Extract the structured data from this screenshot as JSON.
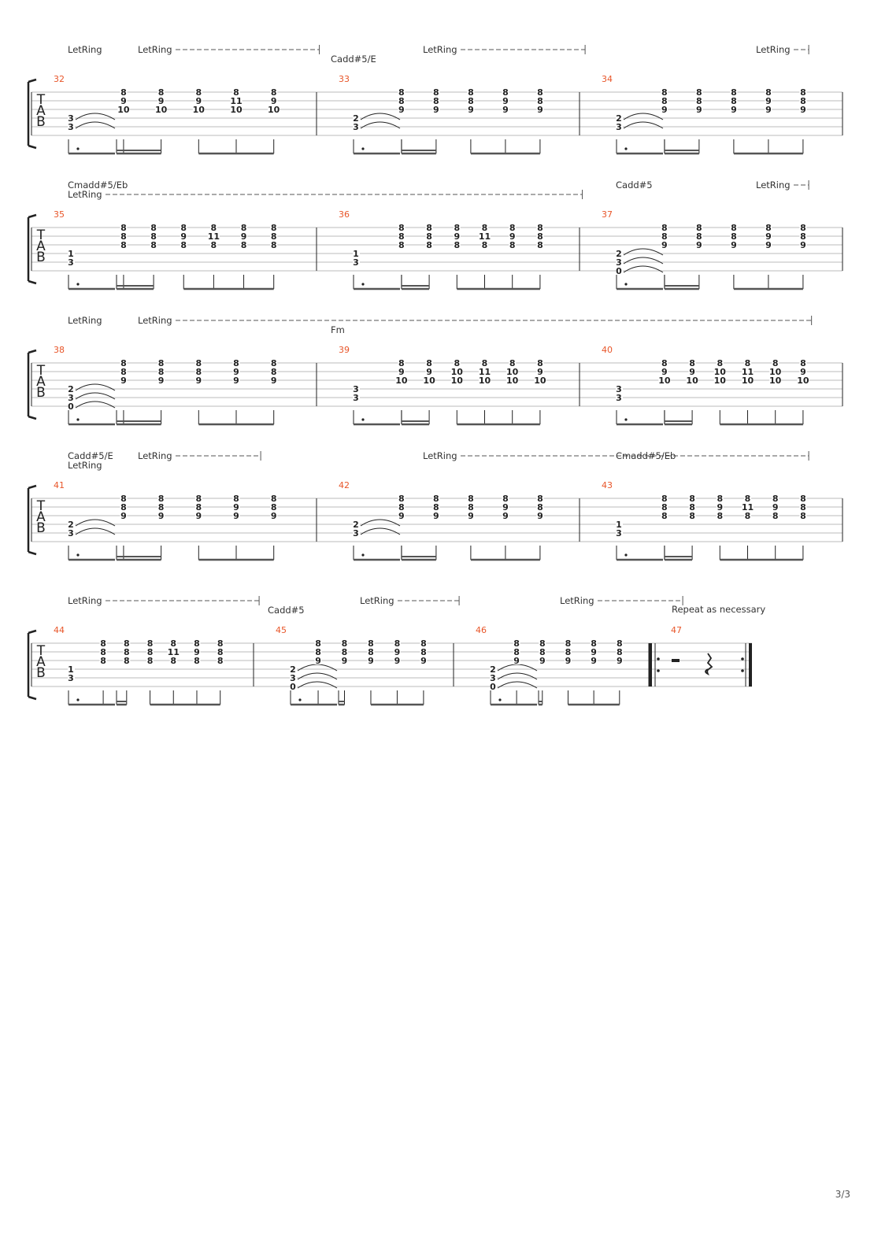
{
  "page_number": "3/3",
  "systems": [
    {
      "measures": [
        {
          "number": "32",
          "bass": [
            "3",
            "3"
          ],
          "slur": true,
          "chords": [
            [
              "8",
              "9",
              "10"
            ],
            [
              "8",
              "9",
              "10"
            ],
            [
              "8",
              "9",
              "10"
            ],
            [
              "8",
              "11",
              "10"
            ],
            [
              "8",
              "9",
              "10"
            ]
          ]
        },
        {
          "number": "33",
          "bass": [
            "2",
            "3"
          ],
          "slur": true,
          "chords": [
            [
              "8",
              "8",
              "9"
            ],
            [
              "8",
              "8",
              "9"
            ],
            [
              "8",
              "8",
              "9"
            ],
            [
              "8",
              "9",
              "9"
            ],
            [
              "8",
              "8",
              "9"
            ]
          ]
        },
        {
          "number": "34",
          "bass": [
            "2",
            "3"
          ],
          "slur": true,
          "chords": [
            [
              "8",
              "8",
              "9"
            ],
            [
              "8",
              "8",
              "9"
            ],
            [
              "8",
              "8",
              "9"
            ],
            [
              "8",
              "9",
              "9"
            ],
            [
              "8",
              "8",
              "9"
            ]
          ]
        }
      ],
      "annotations": [
        {
          "kind": "letring",
          "text": "LetRing",
          "measure": 0,
          "offset": 0
        },
        {
          "kind": "letring",
          "text": "LetRing",
          "measure": 0,
          "offset": 1,
          "dash_to_measure": 1,
          "dash_to_offset": 0.05
        },
        {
          "kind": "chord",
          "text": "Cadd#5/E",
          "measure": 1,
          "offset": 0,
          "inline": true
        },
        {
          "kind": "letring",
          "text": "LetRing",
          "measure": 1,
          "offset": 1,
          "dash_to_measure": 2,
          "dash_to_offset": 0.1
        },
        {
          "kind": "letring",
          "text": "LetRing",
          "measure": 2,
          "offset": 2,
          "dash_to_measure": 2,
          "dash_to_offset": 4.1
        }
      ]
    },
    {
      "measures": [
        {
          "number": "35",
          "bass": [
            "1",
            "3"
          ],
          "slur": false,
          "chords": [
            [
              "8",
              "8",
              "8"
            ],
            [
              "8",
              "8",
              "8"
            ],
            [
              "8",
              "9",
              "8"
            ],
            [
              "8",
              "11",
              "8"
            ],
            [
              "8",
              "9",
              "8"
            ],
            [
              "8",
              "8",
              "8"
            ]
          ]
        },
        {
          "number": "36",
          "bass": [
            "1",
            "3"
          ],
          "slur": false,
          "chords": [
            [
              "8",
              "8",
              "8"
            ],
            [
              "8",
              "8",
              "8"
            ],
            [
              "8",
              "9",
              "8"
            ],
            [
              "8",
              "11",
              "8"
            ],
            [
              "8",
              "9",
              "8"
            ],
            [
              "8",
              "8",
              "8"
            ]
          ]
        },
        {
          "number": "37",
          "bass": [
            "2",
            "3",
            "0"
          ],
          "slur": true,
          "chords": [
            [
              "8",
              "8",
              "9"
            ],
            [
              "8",
              "8",
              "9"
            ],
            [
              "8",
              "8",
              "9"
            ],
            [
              "8",
              "9",
              "9"
            ],
            [
              "8",
              "8",
              "9"
            ]
          ]
        }
      ],
      "annotations": [
        {
          "kind": "chord",
          "text": "Cmadd#5/Eb",
          "measure": 0,
          "offset": 0
        },
        {
          "kind": "letring",
          "text": "LetRing",
          "measure": 0,
          "offset": 0,
          "dash_to_measure": 2,
          "dash_to_offset": 0.05
        },
        {
          "kind": "chord",
          "text": "Cadd#5",
          "measure": 2,
          "offset": 0
        },
        {
          "kind": "letring",
          "text": "LetRing",
          "measure": 2,
          "offset": 2,
          "dash_to_measure": 2,
          "dash_to_offset": 4.1
        }
      ]
    },
    {
      "measures": [
        {
          "number": "38",
          "bass": [
            "2",
            "3",
            "0"
          ],
          "slur": true,
          "chords": [
            [
              "8",
              "8",
              "9"
            ],
            [
              "8",
              "8",
              "9"
            ],
            [
              "8",
              "8",
              "9"
            ],
            [
              "8",
              "9",
              "9"
            ],
            [
              "8",
              "8",
              "9"
            ]
          ]
        },
        {
          "number": "39",
          "bass": [
            "3",
            "3"
          ],
          "slur": false,
          "chords": [
            [
              "8",
              "9",
              "10"
            ],
            [
              "8",
              "9",
              "10"
            ],
            [
              "8",
              "10",
              "10"
            ],
            [
              "8",
              "11",
              "10"
            ],
            [
              "8",
              "10",
              "10"
            ],
            [
              "8",
              "9",
              "10"
            ]
          ]
        },
        {
          "number": "40",
          "bass": [
            "3",
            "3"
          ],
          "slur": false,
          "chords": [
            [
              "8",
              "9",
              "10"
            ],
            [
              "8",
              "9",
              "10"
            ],
            [
              "8",
              "10",
              "10"
            ],
            [
              "8",
              "11",
              "10"
            ],
            [
              "8",
              "10",
              "10"
            ],
            [
              "8",
              "9",
              "10"
            ]
          ]
        }
      ],
      "annotations": [
        {
          "kind": "letring",
          "text": "LetRing",
          "measure": 0,
          "offset": 0
        },
        {
          "kind": "letring",
          "text": "LetRing",
          "measure": 0,
          "offset": 1,
          "dash_to_measure": 2,
          "dash_to_offset": 4.15
        },
        {
          "kind": "chord",
          "text": "Fm",
          "measure": 1,
          "offset": 0,
          "inline": true
        }
      ]
    },
    {
      "measures": [
        {
          "number": "41",
          "bass": [
            "2",
            "3"
          ],
          "slur": true,
          "chords": [
            [
              "8",
              "8",
              "9"
            ],
            [
              "8",
              "8",
              "9"
            ],
            [
              "8",
              "8",
              "9"
            ],
            [
              "8",
              "9",
              "9"
            ],
            [
              "8",
              "8",
              "9"
            ]
          ]
        },
        {
          "number": "42",
          "bass": [
            "2",
            "3"
          ],
          "slur": true,
          "chords": [
            [
              "8",
              "8",
              "9"
            ],
            [
              "8",
              "8",
              "9"
            ],
            [
              "8",
              "8",
              "9"
            ],
            [
              "8",
              "9",
              "9"
            ],
            [
              "8",
              "8",
              "9"
            ]
          ]
        },
        {
          "number": "43",
          "bass": [
            "1",
            "3"
          ],
          "slur": false,
          "chords": [
            [
              "8",
              "8",
              "8"
            ],
            [
              "8",
              "8",
              "8"
            ],
            [
              "8",
              "9",
              "8"
            ],
            [
              "8",
              "11",
              "8"
            ],
            [
              "8",
              "9",
              "8"
            ],
            [
              "8",
              "8",
              "8"
            ]
          ]
        }
      ],
      "annotations": [
        {
          "kind": "chord",
          "text": "Cadd#5/E",
          "measure": 0,
          "offset": 0
        },
        {
          "kind": "letring",
          "text": "LetRing",
          "measure": 0,
          "offset": 0
        },
        {
          "kind": "letring",
          "text": "LetRing",
          "measure": 0,
          "offset": 1,
          "dash_to_measure": 0,
          "dash_to_offset": 4.1
        },
        {
          "kind": "letring",
          "text": "LetRing",
          "measure": 1,
          "offset": 1,
          "dash_to_measure": 2,
          "dash_to_offset": 4.1
        },
        {
          "kind": "chord",
          "text": "Cmadd#5/Eb",
          "measure": 2,
          "offset": 0
        }
      ]
    },
    {
      "measures": [
        {
          "number": "44",
          "bass": [
            "1",
            "3"
          ],
          "slur": false,
          "chords": [
            [
              "8",
              "8",
              "8"
            ],
            [
              "8",
              "8",
              "8"
            ],
            [
              "8",
              "8",
              "8"
            ],
            [
              "8",
              "11",
              "8"
            ],
            [
              "8",
              "9",
              "8"
            ],
            [
              "8",
              "8",
              "8"
            ]
          ]
        },
        {
          "number": "45",
          "bass": [
            "2",
            "3",
            "0"
          ],
          "slur": true,
          "chords": [
            [
              "8",
              "8",
              "9"
            ],
            [
              "8",
              "8",
              "9"
            ],
            [
              "8",
              "8",
              "9"
            ],
            [
              "8",
              "9",
              "9"
            ],
            [
              "8",
              "8",
              "9"
            ]
          ]
        },
        {
          "number": "46",
          "bass": [
            "2",
            "3",
            "0"
          ],
          "slur": true,
          "chords": [
            [
              "8",
              "8",
              "9"
            ],
            [
              "8",
              "8",
              "9"
            ],
            [
              "8",
              "8",
              "9"
            ],
            [
              "8",
              "9",
              "9"
            ],
            [
              "8",
              "8",
              "9"
            ]
          ]
        },
        {
          "number": "47",
          "rest": true
        }
      ],
      "annotations": [
        {
          "kind": "letring",
          "text": "LetRing",
          "measure": 0,
          "offset": 0,
          "dash_to_measure": 1,
          "dash_to_offset": 0.1
        },
        {
          "kind": "chord",
          "text": "Cadd#5",
          "measure": 1,
          "offset": 0,
          "inline": true
        },
        {
          "kind": "letring",
          "text": "LetRing",
          "measure": 1,
          "offset": 1,
          "dash_to_measure": 2,
          "dash_to_offset": 0.1
        },
        {
          "kind": "letring",
          "text": "LetRing",
          "measure": 2,
          "offset": 1,
          "dash_to_measure": 2,
          "dash_to_offset": 4.1
        },
        {
          "kind": "text",
          "text": "Repeat as necessary",
          "measure": 3,
          "offset": 0
        }
      ]
    }
  ],
  "colors": {
    "measure_number": "#e8562a",
    "staff": "#888888",
    "ink": "#222222",
    "beam": "#555555"
  }
}
